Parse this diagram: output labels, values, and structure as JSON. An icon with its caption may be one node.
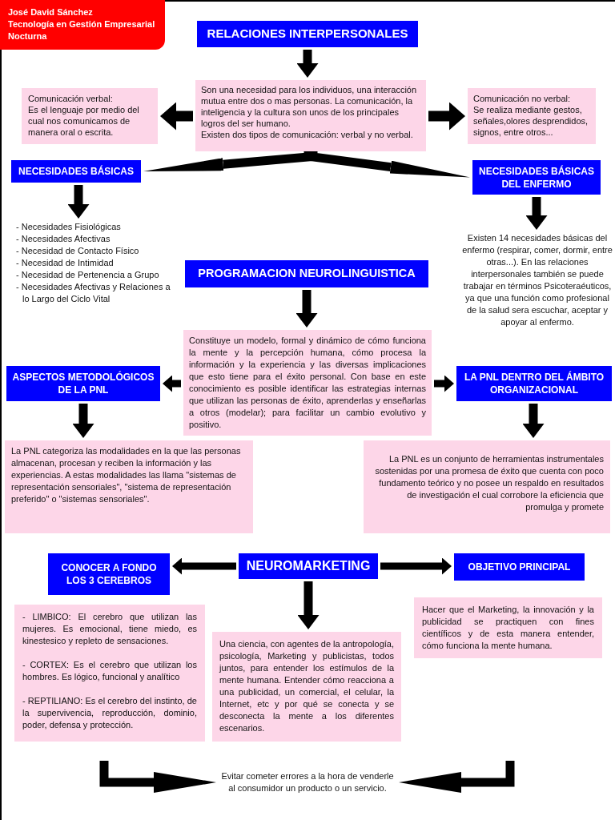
{
  "diagram": {
    "nodes": [
      {
        "text": [
          "José David Sánchez",
          "Tecnología en Gestión Empresarial",
          "Nocturna"
        ]
      },
      {
        "text": [
          "RELACIONES INTERPERSONALES"
        ]
      },
      {
        "text": [
          "Son una necesidad para los individuos, una interacción mutua entre dos o mas personas. La comunicación, la inteligencia y la cultura son unos de los principales logros del ser humano.",
          "Existen dos tipos de comunicación: verbal y no verbal."
        ]
      },
      {
        "text": [
          "Comunicación verbal:",
          "Es el lenguaje por medio del cual nos comunicamos de manera oral o escrita."
        ]
      },
      {
        "text": [
          "Comunicación no verbal:",
          "Se realiza mediante gestos, señales,olores desprendidos, signos, entre otros..."
        ]
      },
      {
        "text": [
          "NECESIDADES BÁSICAS"
        ]
      },
      {
        "text": [
          "NECESIDADES BÁSICAS DEL ENFERMO"
        ]
      },
      {
        "text": [
          "- Necesidades Fisiológicas",
          "- Necesidades Afectivas",
          "- Necesidad de Contacto Físico",
          "- Necesidad de Intimidad",
          "- Necesidad de Pertenencia a Grupo",
          "- Necesidades Afectivas y Relaciones a lo Largo del Ciclo Vital"
        ]
      },
      {
        "text": [
          "Existen 14 necesidades básicas del enfermo (respirar, comer, dormir, entre otras...). En las relaciones interpersonales también se puede trabajar en términos Psicoteraéuticos, ya que una función como profesional de la salud sera escuchar, aceptar y apoyar al enfermo."
        ]
      },
      {
        "text": [
          "PROGRAMACION NEUROLINGUISTICA"
        ]
      },
      {
        "text": [
          "Constituye un modelo, formal y dinámico de cómo funciona la mente y la percepción humana, cómo procesa la información y la experiencia y las diversas implicaciones que esto tiene para el éxito personal. Con base en este conocimiento es posible identificar las estrategias internas que utilizan las personas de éxito, aprenderlas y enseñarlas a otros (modelar); para facilitar un cambio evolutivo y positivo."
        ]
      },
      {
        "text": [
          "ASPECTOS METODOLÓGICOS DE LA PNL"
        ]
      },
      {
        "text": [
          "LA PNL DENTRO DEL ÁMBITO ORGANIZACIONAL"
        ]
      },
      {
        "text": [
          "La PNL categoriza las modalidades en la que las personas almacenan, procesan y reciben la información y las experiencias. A estas modalidades las llama \"sistemas de representación sensoriales\", \"sistema de representación preferido\" o \"sistemas sensoriales\"."
        ]
      },
      {
        "text": [
          "La PNL es un conjunto de herramientas instrumentales sostenidas por una promesa de éxito que cuenta con poco fundamento teórico y no posee un respaldo en resultados de investigación el cual corrobore la eficiencia que promulga y promete"
        ]
      },
      {
        "text": [
          "CONOCER A FONDO LOS 3 CEREBROS"
        ]
      },
      {
        "text": [
          "NEUROMARKETING"
        ]
      },
      {
        "text": [
          "OBJETIVO PRINCIPAL"
        ]
      },
      {
        "text": [
          "- LIMBICO: El cerebro que utilizan las mujeres. Es emocional, tiene miedo, es kinestesico y repleto de sensaciones.",
          "- CORTEX: Es el cerebro que utilizan los hombres. Es lógico, funcional y analítico",
          "- REPTILIANO: Es el cerebro del instinto, de la supervivencia, reproducción, dominio, poder, defensa y protección."
        ]
      },
      {
        "text": [
          "Una ciencia, con agentes de la antropología, psicología, Marketing y publicistas, todos juntos, para entender los estímulos de la mente humana. Entender cómo reacciona a una publicidad, un comercial, el celular, la Internet, etc y por qué se conecta y se desconecta la mente a los diferentes escenarios."
        ]
      },
      {
        "text": [
          "Hacer que el Marketing, la innovación y la publicidad se practiquen con fines científicos y de esta manera entender, cómo funciona la mente humana."
        ]
      },
      {
        "text": [
          "Evitar cometer errores a la hora de venderle al consumidor un producto o un servicio."
        ]
      }
    ],
    "edges": [
      {
        "from": 1,
        "to": 2,
        "arrow": "to"
      },
      {
        "from": 2,
        "to": 3,
        "arrow": "to"
      },
      {
        "from": 2,
        "to": 4,
        "arrow": "to"
      },
      {
        "from": 2,
        "to": 5,
        "arrow": "to"
      },
      {
        "from": 2,
        "to": 6,
        "arrow": "to"
      },
      {
        "from": 5,
        "to": 7,
        "arrow": "to"
      },
      {
        "from": 6,
        "to": 8,
        "arrow": "to"
      },
      {
        "from": 9,
        "to": 10,
        "arrow": "to"
      },
      {
        "from": 10,
        "to": 11,
        "arrow": "to"
      },
      {
        "from": 10,
        "to": 12,
        "arrow": "to"
      },
      {
        "from": 11,
        "to": 13,
        "arrow": "to"
      },
      {
        "from": 12,
        "to": 14,
        "arrow": "to"
      },
      {
        "from": 16,
        "to": 15,
        "arrow": "to"
      },
      {
        "from": 16,
        "to": 17,
        "arrow": "to"
      },
      {
        "from": 16,
        "to": 19,
        "arrow": "to"
      },
      {
        "from": null,
        "to": 21,
        "arrow": "to"
      },
      {
        "from": null,
        "to": 21,
        "arrow": "to"
      }
    ]
  }
}
